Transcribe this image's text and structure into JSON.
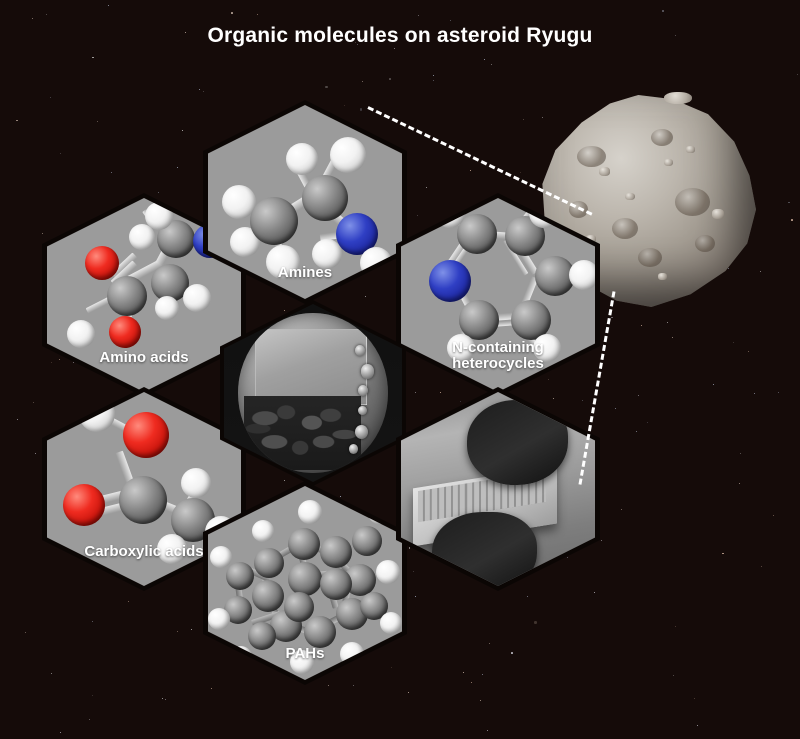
{
  "figure": {
    "title": "Organic molecules on asteroid Ryugu",
    "background_color": "#150b09",
    "panel_color": "#9b9b9b",
    "label_color": "#ffffff"
  },
  "atom_colors": {
    "carbon": "#7a7a7a",
    "hydrogen": "#f2f2f2",
    "oxygen": "#e02418",
    "nitrogen": "#2b39bd"
  },
  "panels": [
    {
      "id": "amino-acids",
      "label": "Amino acids",
      "molecule": "beta-alanine",
      "atoms": [
        "O",
        "O",
        "H",
        "C",
        "C",
        "C",
        "N",
        "H",
        "H",
        "H",
        "H",
        "H",
        "H"
      ]
    },
    {
      "id": "amines",
      "label": "Amines",
      "molecule": "ethylamine",
      "atoms": [
        "C",
        "C",
        "N",
        "H",
        "H",
        "H",
        "H",
        "H",
        "H",
        "H"
      ]
    },
    {
      "id": "n-heterocycles",
      "label": "N-containing heterocycles",
      "label_line1": "N-containing",
      "label_line2": "heterocycles",
      "molecule": "pyridine",
      "atoms": [
        "N",
        "C",
        "C",
        "C",
        "C",
        "C",
        "H",
        "H",
        "H",
        "H",
        "H"
      ]
    },
    {
      "id": "carboxylic-acids",
      "label": "Carboxylic acids",
      "molecule": "acetic acid",
      "atoms": [
        "O",
        "O",
        "C",
        "C",
        "H",
        "H",
        "H",
        "H"
      ]
    },
    {
      "id": "pahs",
      "label": "PAHs",
      "molecule": "polycyclic aromatic hydrocarbon",
      "atoms": [
        "C",
        "C",
        "C",
        "C",
        "C",
        "C",
        "C",
        "C",
        "C",
        "C",
        "C",
        "C",
        "C",
        "C",
        "C",
        "C",
        "H",
        "H",
        "H",
        "H",
        "H",
        "H",
        "H",
        "H",
        "H",
        "H"
      ]
    }
  ],
  "photos": [
    {
      "id": "sample-container",
      "caption": "",
      "description": "Ryugu sample grains in the Hayabusa2 sample container"
    },
    {
      "id": "lab-handling",
      "caption": "",
      "description": "Gloved hands handling a rack of sample vials"
    },
    {
      "id": "asteroid-ryugu",
      "caption": "",
      "description": "Asteroid Ryugu imaged by Hayabusa2"
    }
  ],
  "connectors": [
    {
      "id": "connector-amines-to-asteroid",
      "from": "amines",
      "to": "asteroid-ryugu"
    },
    {
      "id": "connector-asteroid-to-lab",
      "from": "asteroid-ryugu",
      "to": "lab-handling"
    }
  ]
}
